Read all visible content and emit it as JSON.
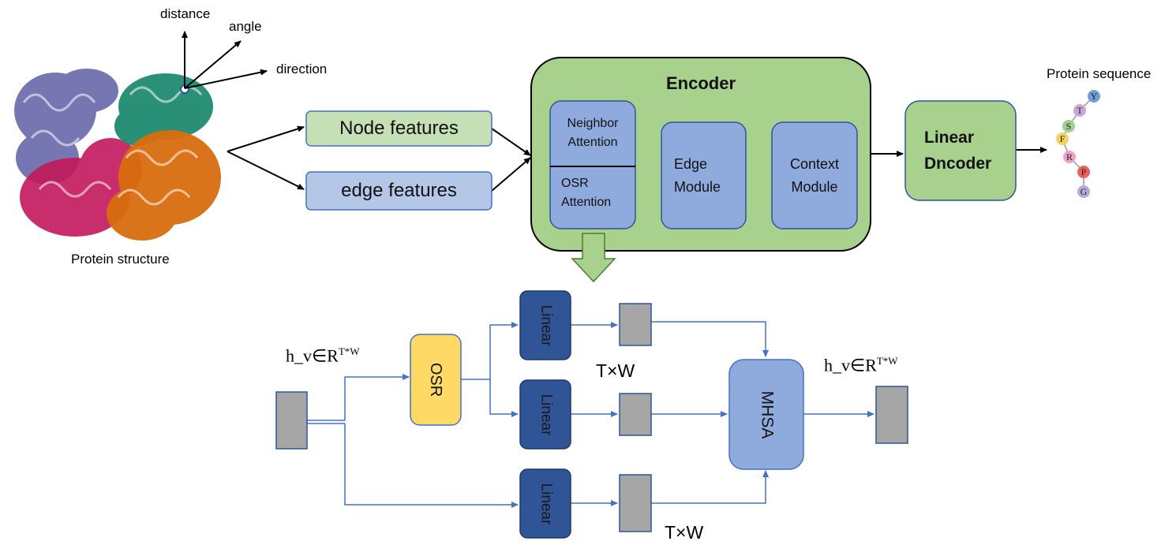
{
  "protein": {
    "axes": {
      "distance": "distance",
      "angle": "angle",
      "direction": "direction"
    },
    "structure_label": "Protein structure"
  },
  "features": {
    "node": "Node features",
    "edge": "edge features"
  },
  "encoder": {
    "title": "Encoder",
    "neighbor_attention": "Neighbor Attention",
    "osr_attention": "OSR Attention",
    "edge_module": "Edge Module",
    "context_module": "Context Module"
  },
  "decoder": {
    "label": "Linear Dncoder"
  },
  "sequence": {
    "title": "Protein sequence",
    "residues": [
      {
        "letter": "Y",
        "color": "#6fa0d8"
      },
      {
        "letter": "T",
        "color": "#c9a9d9"
      },
      {
        "letter": "S",
        "color": "#9fd08f"
      },
      {
        "letter": "F",
        "color": "#f4d35e"
      },
      {
        "letter": "R",
        "color": "#f2a0c8"
      },
      {
        "letter": "P",
        "color": "#e86060"
      },
      {
        "letter": "G",
        "color": "#b7a9d9"
      }
    ]
  },
  "detail": {
    "input_label_main": "h_v∈R",
    "input_label_sup": "T*W",
    "output_label_main": "h_v∈R",
    "output_label_sup": "T*W",
    "osr": "OSR",
    "linear": "Linear",
    "mhsa": "MHSA",
    "dim_top": "T×W",
    "dim_bottom": "T×W"
  },
  "colors": {
    "encoder_fill": "#a9d18e",
    "module_fill": "#8faadc",
    "node_feature_fill": "#c5e0b4",
    "edge_feature_fill": "#b4c7e7",
    "linear_fill": "#2f5597",
    "osr_fill": "#ffd966",
    "tensor_fill": "#a6a6a6",
    "connector": "#4472c4"
  }
}
